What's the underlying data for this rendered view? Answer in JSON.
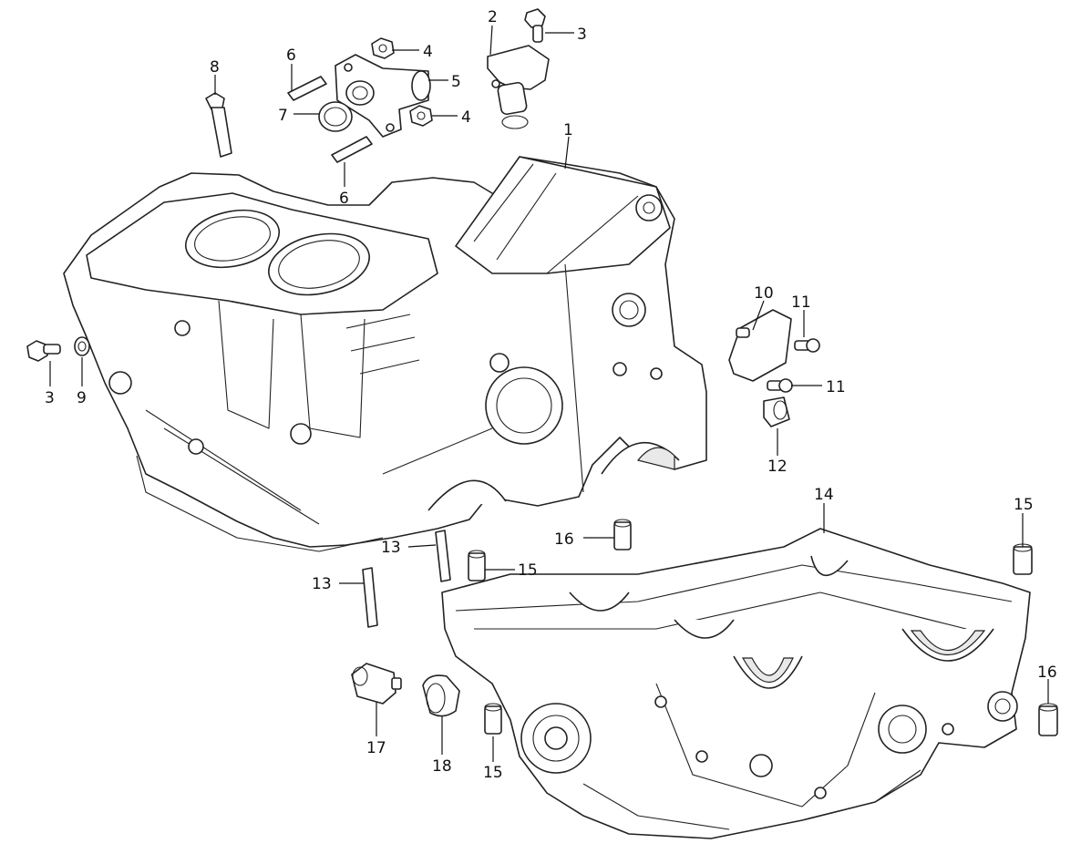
{
  "diagram": {
    "callouts": [
      "1",
      "2",
      "3",
      "3",
      "4",
      "4",
      "5",
      "6",
      "6",
      "7",
      "8",
      "9",
      "10",
      "11",
      "11",
      "12",
      "13",
      "13",
      "14",
      "15",
      "15",
      "15",
      "16",
      "16",
      "17",
      "18"
    ]
  }
}
